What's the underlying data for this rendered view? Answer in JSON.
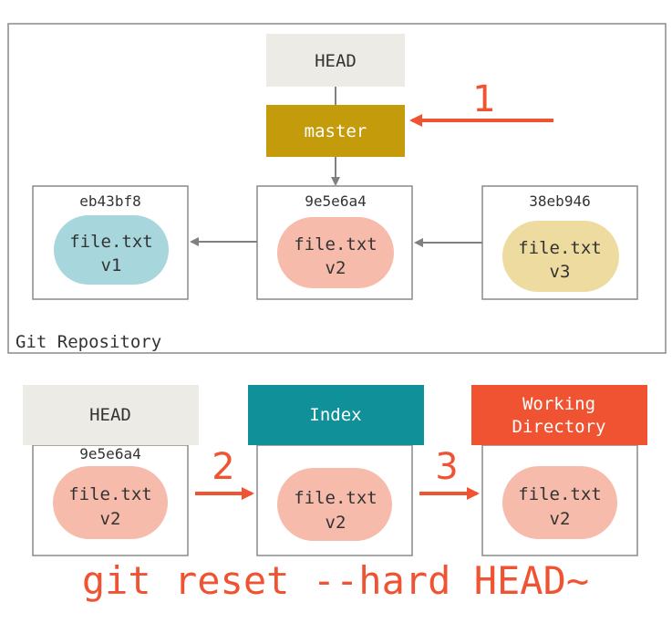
{
  "repository": {
    "label": "Git Repository",
    "head_label": "HEAD",
    "branch_label": "master",
    "commits": [
      {
        "hash": "eb43bf8",
        "file_name": "file.txt",
        "version": "v1",
        "color": "#a8d6dd"
      },
      {
        "hash": "9e5e6a4",
        "file_name": "file.txt",
        "version": "v2",
        "color": "#f6bbab"
      },
      {
        "hash": "38eb946",
        "file_name": "file.txt",
        "version": "v3",
        "color": "#eedba0"
      }
    ]
  },
  "steps": [
    {
      "number": "1"
    },
    {
      "number": "2"
    },
    {
      "number": "3"
    }
  ],
  "trees": [
    {
      "header": "HEAD",
      "hash": "9e5e6a4",
      "file_name": "file.txt",
      "version": "v2",
      "header_color": "#ecebe6",
      "header_text_color": "#333333"
    },
    {
      "header": "Index",
      "file_name": "file.txt",
      "version": "v2",
      "header_color": "#109099",
      "header_text_color": "#ffffff"
    },
    {
      "header_line1": "Working",
      "header_line2": "Directory",
      "file_name": "file.txt",
      "version": "v2",
      "header_color": "#f05332",
      "header_text_color": "#ffffff"
    }
  ],
  "command": "git reset --hard HEAD~",
  "colors": {
    "accent": "#f05332",
    "branch": "#c49b0a",
    "connector": "#808080",
    "border": "#8a8a8a",
    "blob_v2": "#f6bbab"
  }
}
